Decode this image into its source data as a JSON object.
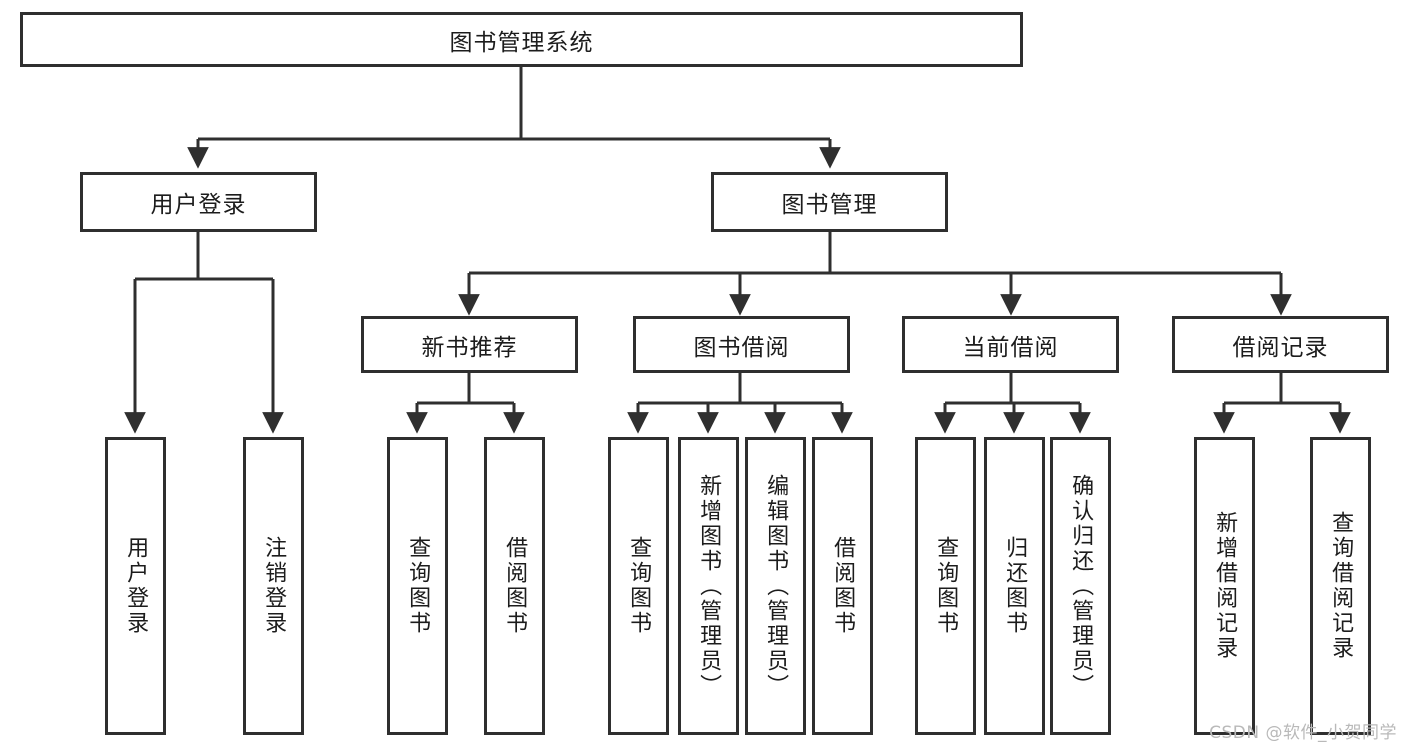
{
  "diagram": {
    "title": "图书管理系统",
    "type": "tree-hierarchy-diagram",
    "watermark": "CSDN @软件_小贺同学",
    "colors": {
      "box_border": "#2f2f2f",
      "box_fill": "#ffffff",
      "connector": "#2f2f2f",
      "text": "#1c1c1c",
      "watermark": "#b9b9b9",
      "background": "#ffffff"
    },
    "root": {
      "label": "图书管理系统"
    },
    "level2": [
      {
        "label": "用户登录"
      },
      {
        "label": "图书管理"
      }
    ],
    "level3": [
      {
        "label": "新书推荐"
      },
      {
        "label": "图书借阅"
      },
      {
        "label": "当前借阅"
      },
      {
        "label": "借阅记录"
      }
    ],
    "leaves": {
      "user_login": [
        {
          "label": "用户登录"
        },
        {
          "label": "注销登录"
        }
      ],
      "new_book_recommend": [
        {
          "label": "查询图书"
        },
        {
          "label": "借阅图书"
        }
      ],
      "book_borrow": [
        {
          "label": "查询图书"
        },
        {
          "label": "新增图书（管理员）"
        },
        {
          "label": "编辑图书（管理员）"
        },
        {
          "label": "借阅图书"
        }
      ],
      "current_borrow": [
        {
          "label": "查询图书"
        },
        {
          "label": "归还图书"
        },
        {
          "label": "确认归还（管理员）"
        }
      ],
      "borrow_record": [
        {
          "label": "新增借阅记录"
        },
        {
          "label": "查询借阅记录"
        }
      ]
    }
  }
}
